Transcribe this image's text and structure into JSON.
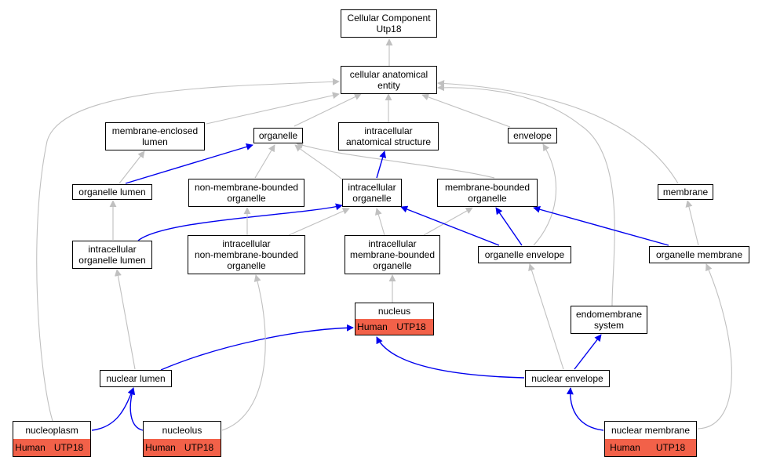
{
  "graph": {
    "colors": {
      "is_a": "#c0c0c0",
      "part_of": "#0000ee",
      "annotation": "#f26149"
    },
    "nodes": [
      {
        "id": "root",
        "label": "Cellular Component\nUtp18"
      },
      {
        "id": "cae",
        "label": "cellular anatomical\nentity"
      },
      {
        "id": "mel",
        "label": "membrane-enclosed\nlumen"
      },
      {
        "id": "organelle",
        "label": "organelle"
      },
      {
        "id": "ias",
        "label": "intracellular\nanatomical structure"
      },
      {
        "id": "envelope",
        "label": "envelope"
      },
      {
        "id": "olumen",
        "label": "organelle lumen"
      },
      {
        "id": "nmbo",
        "label": "non-membrane-bounded\norganelle"
      },
      {
        "id": "io",
        "label": "intracellular\norganelle"
      },
      {
        "id": "mbo",
        "label": "membrane-bounded\norganelle"
      },
      {
        "id": "membrane",
        "label": "membrane"
      },
      {
        "id": "iol",
        "label": "intracellular\norganelle lumen"
      },
      {
        "id": "inmbo",
        "label": "intracellular\nnon-membrane-bounded\norganelle"
      },
      {
        "id": "imbo",
        "label": "intracellular\nmembrane-bounded\norganelle"
      },
      {
        "id": "oenv",
        "label": "organelle envelope"
      },
      {
        "id": "omem",
        "label": "organelle membrane"
      },
      {
        "id": "ems",
        "label": "endomembrane\nsystem"
      },
      {
        "id": "nlumen",
        "label": "nuclear lumen"
      },
      {
        "id": "nenv",
        "label": "nuclear envelope"
      }
    ],
    "annotated": [
      {
        "id": "nucleus",
        "label": "nucleus",
        "species": "Human",
        "gene": "UTP18"
      },
      {
        "id": "nucleoplasm",
        "label": "nucleoplasm",
        "species": "Human",
        "gene": "UTP18"
      },
      {
        "id": "nucleolus",
        "label": "nucleolus",
        "species": "Human",
        "gene": "UTP18"
      },
      {
        "id": "nmem",
        "label": "nuclear membrane",
        "species": "Human",
        "gene": "UTP18"
      }
    ],
    "edges": [
      {
        "from": "cae",
        "to": "root",
        "type": "is_a"
      },
      {
        "from": "mel",
        "to": "cae",
        "type": "is_a"
      },
      {
        "from": "organelle",
        "to": "cae",
        "type": "is_a"
      },
      {
        "from": "ias",
        "to": "cae",
        "type": "is_a"
      },
      {
        "from": "envelope",
        "to": "cae",
        "type": "is_a"
      },
      {
        "from": "membrane",
        "to": "cae",
        "type": "is_a"
      },
      {
        "from": "nucleoplasm",
        "to": "cae",
        "type": "is_a"
      },
      {
        "from": "ems",
        "to": "cae",
        "type": "is_a"
      },
      {
        "from": "olumen",
        "to": "mel",
        "type": "is_a"
      },
      {
        "from": "olumen",
        "to": "organelle",
        "type": "part_of"
      },
      {
        "from": "nmbo",
        "to": "organelle",
        "type": "is_a"
      },
      {
        "from": "io",
        "to": "organelle",
        "type": "is_a"
      },
      {
        "from": "mbo",
        "to": "organelle",
        "type": "is_a"
      },
      {
        "from": "io",
        "to": "ias",
        "type": "part_of"
      },
      {
        "from": "iol",
        "to": "olumen",
        "type": "is_a"
      },
      {
        "from": "iol",
        "to": "io",
        "type": "part_of"
      },
      {
        "from": "inmbo",
        "to": "nmbo",
        "type": "is_a"
      },
      {
        "from": "inmbo",
        "to": "io",
        "type": "is_a"
      },
      {
        "from": "imbo",
        "to": "io",
        "type": "is_a"
      },
      {
        "from": "imbo",
        "to": "mbo",
        "type": "is_a"
      },
      {
        "from": "oenv",
        "to": "io",
        "type": "part_of"
      },
      {
        "from": "oenv",
        "to": "mbo",
        "type": "part_of"
      },
      {
        "from": "oenv",
        "to": "envelope",
        "type": "is_a"
      },
      {
        "from": "omem",
        "to": "mbo",
        "type": "part_of"
      },
      {
        "from": "omem",
        "to": "membrane",
        "type": "is_a"
      },
      {
        "from": "nucleus",
        "to": "imbo",
        "type": "is_a"
      },
      {
        "from": "nlumen",
        "to": "iol",
        "type": "is_a"
      },
      {
        "from": "nlumen",
        "to": "nucleus",
        "type": "part_of"
      },
      {
        "from": "nenv",
        "to": "nucleus",
        "type": "part_of"
      },
      {
        "from": "nenv",
        "to": "oenv",
        "type": "is_a"
      },
      {
        "from": "nenv",
        "to": "ems",
        "type": "part_of"
      },
      {
        "from": "nucleoplasm",
        "to": "nlumen",
        "type": "part_of"
      },
      {
        "from": "nucleolus",
        "to": "nlumen",
        "type": "part_of"
      },
      {
        "from": "nucleolus",
        "to": "inmbo",
        "type": "is_a"
      },
      {
        "from": "nmem",
        "to": "nenv",
        "type": "part_of"
      },
      {
        "from": "nmem",
        "to": "omem",
        "type": "is_a"
      }
    ]
  }
}
